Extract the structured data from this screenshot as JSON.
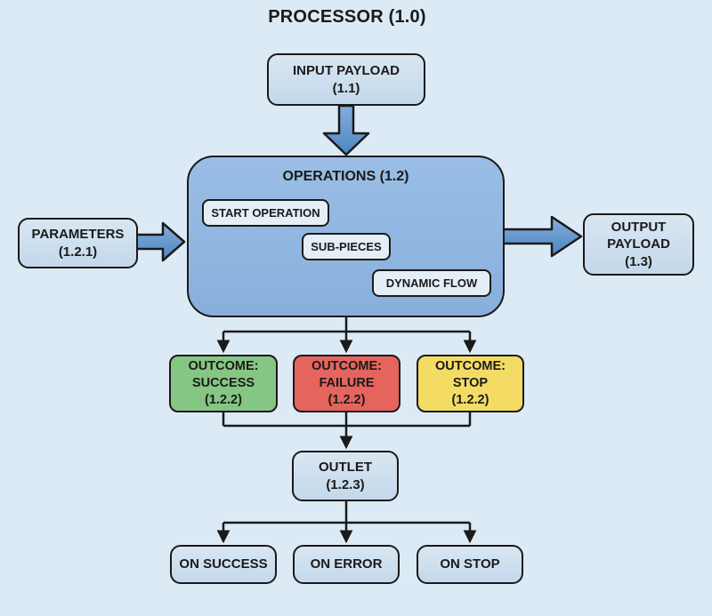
{
  "diagram": {
    "title": "PROCESSOR (1.0)",
    "colors": {
      "background": "#DCEAF6",
      "line": "#1a1a1a",
      "node_fill": "#C9DCEE",
      "operations_fill": "#92B7E1",
      "inner_fill": "#E4EEF7",
      "success_fill": "#86C684",
      "failure_fill": "#E5645E",
      "stop_fill": "#F4DC64",
      "block_arrow_fill": "#5E94CB"
    },
    "nodes": {
      "input_payload": {
        "line1": "INPUT PAYLOAD",
        "line2": "(1.1)"
      },
      "operations": {
        "label": "OPERATIONS (1.2)"
      },
      "start_operation": {
        "label": "START OPERATION"
      },
      "sub_pieces": {
        "label": "SUB-PIECES"
      },
      "dynamic_flow": {
        "label": "DYNAMIC FLOW"
      },
      "parameters": {
        "line1": "PARAMETERS",
        "line2": "(1.2.1)"
      },
      "output_payload": {
        "line1": "OUTPUT",
        "line2": "PAYLOAD",
        "line3": "(1.3)"
      },
      "outcome_success": {
        "line1": "OUTCOME:",
        "line2": "SUCCESS",
        "line3": "(1.2.2)"
      },
      "outcome_failure": {
        "line1": "OUTCOME:",
        "line2": "FAILURE",
        "line3": "(1.2.2)"
      },
      "outcome_stop": {
        "line1": "OUTCOME:",
        "line2": "STOP",
        "line3": "(1.2.2)"
      },
      "outlet": {
        "line1": "OUTLET",
        "line2": "(1.2.3)"
      },
      "on_success": {
        "label": "ON SUCCESS"
      },
      "on_error": {
        "label": "ON ERROR"
      },
      "on_stop": {
        "label": "ON STOP"
      }
    }
  }
}
